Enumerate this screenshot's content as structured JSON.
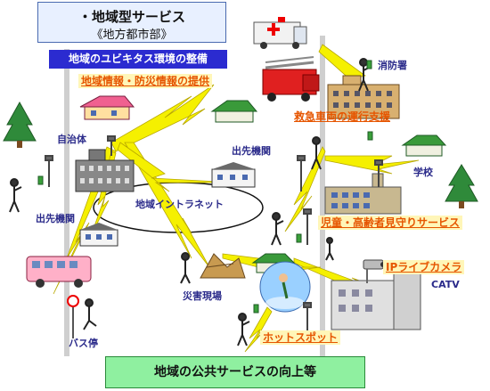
{
  "title": {
    "main": "・地域型サービス",
    "sub": "《地方都市部》"
  },
  "ubiquitous_banner": "地域のユビキタス環境の整備",
  "labels": {
    "regional_info": "地域情報・防災情報の提供",
    "fire_station": "消防署",
    "emergency_support": "救急車両の運行支援",
    "municipality": "自治体",
    "branch_office_top": "出先機関",
    "branch_office_left": "出先機関",
    "intranet": "地域イントラネット",
    "school": "学校",
    "elderly_watch": "児童・高齢者見守りサービス",
    "ip_camera": "IPライブカメラ",
    "catv": "CATV",
    "disaster_site": "災害現場",
    "hotspot": "ホットスポット",
    "bus_stop": "バス停"
  },
  "bottom_banner": "地域の公共サービスの向上等",
  "colors": {
    "title_bg": "#e8f0ff",
    "banner_blue": "#2b2bd0",
    "bottom_green": "#8ff0a0",
    "lightning": "#f5f000",
    "highlight_text": "#e65500"
  }
}
